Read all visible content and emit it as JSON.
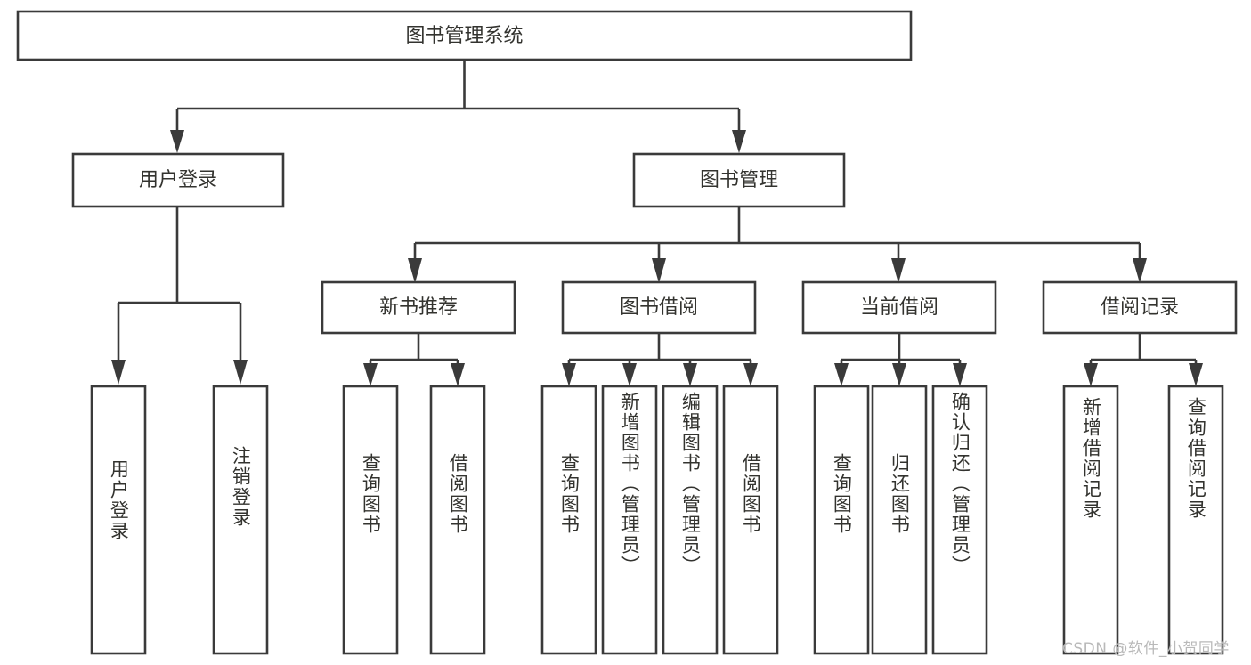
{
  "diagram": {
    "type": "tree",
    "title_node": {
      "id": "root",
      "label": "图书管理系统",
      "orientation": "horizontal"
    },
    "level2": [
      {
        "id": "user-login",
        "label": "用户登录",
        "orientation": "horizontal"
      },
      {
        "id": "book-manage",
        "label": "图书管理",
        "orientation": "horizontal"
      }
    ],
    "level3": [
      {
        "id": "new-book-rec",
        "label": "新书推荐",
        "orientation": "horizontal"
      },
      {
        "id": "book-borrow",
        "label": "图书借阅",
        "orientation": "horizontal"
      },
      {
        "id": "current-borrow",
        "label": "当前借阅",
        "orientation": "horizontal"
      },
      {
        "id": "borrow-record",
        "label": "借阅记录",
        "orientation": "horizontal"
      }
    ],
    "leaves": {
      "user-login": [
        {
          "id": "leaf-user-login",
          "label": "用户登录",
          "orientation": "vertical"
        },
        {
          "id": "leaf-logout",
          "label": "注销登录",
          "orientation": "vertical"
        }
      ],
      "new-book-rec": [
        {
          "id": "leaf-query-book-1",
          "label": "查询图书",
          "orientation": "vertical"
        },
        {
          "id": "leaf-borrow-book-1",
          "label": "借阅图书",
          "orientation": "vertical"
        }
      ],
      "book-borrow": [
        {
          "id": "leaf-query-book-2",
          "label": "查询图书",
          "orientation": "vertical"
        },
        {
          "id": "leaf-add-book",
          "label": "新增图书（管理员）",
          "orientation": "vertical"
        },
        {
          "id": "leaf-edit-book",
          "label": "编辑图书（管理员）",
          "orientation": "vertical"
        },
        {
          "id": "leaf-borrow-book-2",
          "label": "借阅图书",
          "orientation": "vertical"
        }
      ],
      "current-borrow": [
        {
          "id": "leaf-query-book-3",
          "label": "查询图书",
          "orientation": "vertical"
        },
        {
          "id": "leaf-return-book",
          "label": "归还图书",
          "orientation": "vertical"
        },
        {
          "id": "leaf-confirm-return",
          "label": "确认归还（管理员）",
          "orientation": "vertical"
        }
      ],
      "borrow-record": [
        {
          "id": "leaf-add-record",
          "label": "新增借阅记录",
          "orientation": "vertical"
        },
        {
          "id": "leaf-query-record",
          "label": "查询借阅记录",
          "orientation": "vertical"
        }
      ]
    }
  },
  "watermark": {
    "text": "CSDN @软件_小贺同学"
  },
  "colors": {
    "background": "#ffffff",
    "box_fill": "#ffffff",
    "box_stroke": "#3a3a3a",
    "text": "#33332f",
    "watermark": "#b9b9b9"
  }
}
